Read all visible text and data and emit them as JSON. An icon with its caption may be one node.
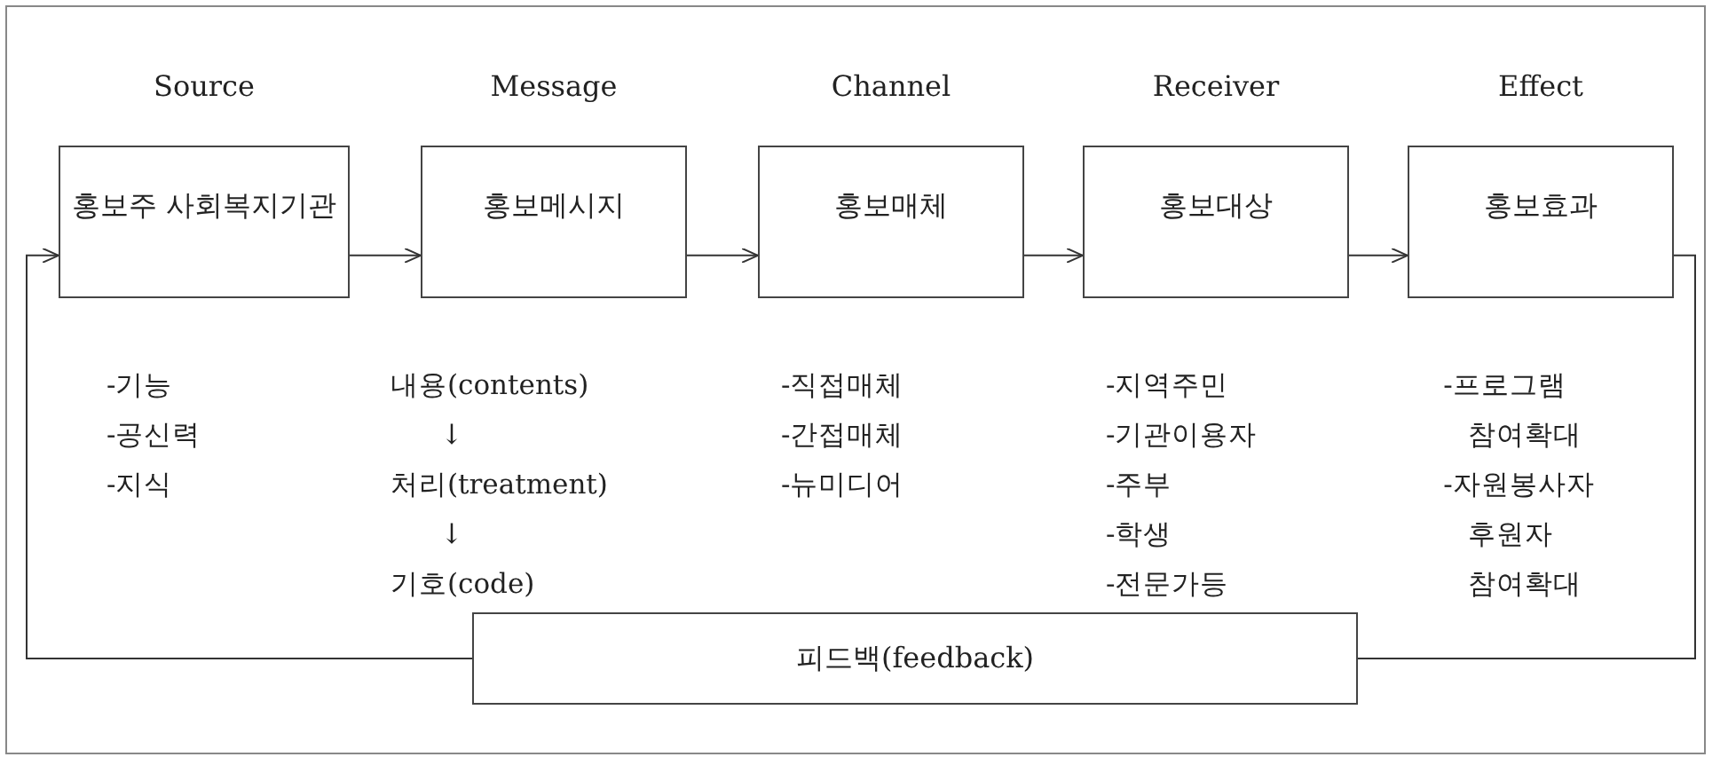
{
  "diagram": {
    "nodes": [
      {
        "text": [
          "Source",
          "홍보주 사회복지기관"
        ],
        "beside": [
          "-기능",
          "-공신력",
          "-지식"
        ]
      },
      {
        "text": [
          "Message",
          "홍보메시지"
        ],
        "beside": [
          "내용(contents)",
          "↓",
          "처리(treatment)",
          "↓",
          "기호(code)"
        ]
      },
      {
        "text": [
          "Channel",
          "홍보매체"
        ],
        "beside": [
          "-직접매체",
          "-간접매체",
          "-뉴미디어"
        ]
      },
      {
        "text": [
          "Receiver",
          "홍보대상"
        ],
        "beside": [
          "-지역주민",
          "-기관이용자",
          "-주부",
          "-학생",
          "-전문가등"
        ]
      },
      {
        "text": [
          "Effect",
          "홍보효과"
        ],
        "beside": [
          "-프로그램 참여확대",
          "-자원봉사자 후원자 참여확대"
        ]
      },
      {
        "text": [
          "피드백(feedback)"
        ]
      }
    ],
    "edges": [
      {
        "from": 0,
        "to": 1,
        "arrow": "to"
      },
      {
        "from": 1,
        "to": 2,
        "arrow": "to"
      },
      {
        "from": 2,
        "to": 3,
        "arrow": "to"
      },
      {
        "from": 3,
        "to": 4,
        "arrow": "to"
      },
      {
        "from": 4,
        "to": 5,
        "arrow": "none"
      },
      {
        "from": 5,
        "to": 0,
        "arrow": "to"
      }
    ]
  }
}
